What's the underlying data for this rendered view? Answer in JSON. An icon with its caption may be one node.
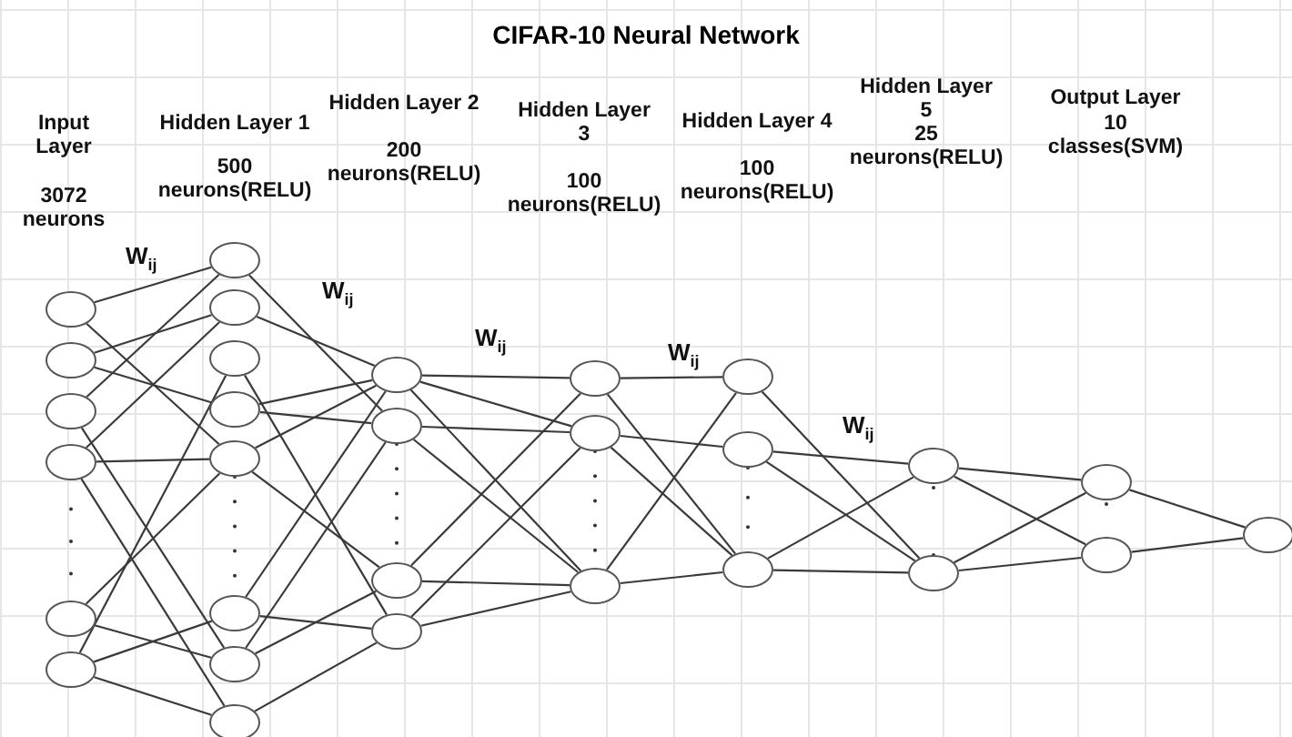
{
  "diagram": {
    "title": "CIFAR-10 Neural Network",
    "nodes": [
      {
        "text": [],
        "shape": "circle"
      },
      {
        "text": [],
        "shape": "circle"
      },
      {
        "text": [],
        "shape": "circle"
      },
      {
        "text": [],
        "shape": "circle"
      },
      {
        "text": [],
        "shape": "circle"
      },
      {
        "text": [],
        "shape": "circle"
      },
      {
        "text": [],
        "shape": "circle"
      },
      {
        "text": [],
        "shape": "circle"
      },
      {
        "text": [],
        "shape": "circle"
      },
      {
        "text": [],
        "shape": "circle"
      },
      {
        "text": [],
        "shape": "circle"
      },
      {
        "text": [],
        "shape": "circle"
      },
      {
        "text": [],
        "shape": "circle"
      },
      {
        "text": [],
        "shape": "circle"
      },
      {
        "text": [],
        "shape": "circle"
      },
      {
        "text": [],
        "shape": "circle"
      },
      {
        "text": [],
        "shape": "circle"
      },
      {
        "text": [],
        "shape": "circle"
      },
      {
        "text": [],
        "shape": "circle"
      },
      {
        "text": [],
        "shape": "circle"
      },
      {
        "text": [],
        "shape": "circle"
      },
      {
        "text": [],
        "shape": "circle"
      },
      {
        "text": [],
        "shape": "circle"
      },
      {
        "text": [],
        "shape": "circle"
      },
      {
        "text": [],
        "shape": "circle"
      },
      {
        "text": [],
        "shape": "circle"
      },
      {
        "text": [],
        "shape": "circle"
      },
      {
        "text": [],
        "shape": "circle"
      },
      {
        "text": [],
        "shape": "circle"
      }
    ],
    "edges": [
      {
        "from": 0,
        "to": 6,
        "arrow": "none"
      },
      {
        "from": 0,
        "to": 10,
        "arrow": "none"
      },
      {
        "from": 1,
        "to": 7,
        "arrow": "none"
      },
      {
        "from": 1,
        "to": 9,
        "arrow": "none"
      },
      {
        "from": 2,
        "to": 6,
        "arrow": "none"
      },
      {
        "from": 2,
        "to": 12,
        "arrow": "none"
      },
      {
        "from": 3,
        "to": 7,
        "arrow": "none"
      },
      {
        "from": 3,
        "to": 10,
        "arrow": "none"
      },
      {
        "from": 3,
        "to": 13,
        "arrow": "none"
      },
      {
        "from": 4,
        "to": 10,
        "arrow": "none"
      },
      {
        "from": 4,
        "to": 12,
        "arrow": "none"
      },
      {
        "from": 5,
        "to": 11,
        "arrow": "none"
      },
      {
        "from": 5,
        "to": 8,
        "arrow": "none"
      },
      {
        "from": 5,
        "to": 13,
        "arrow": "none"
      },
      {
        "from": 6,
        "to": 15,
        "arrow": "none"
      },
      {
        "from": 7,
        "to": 14,
        "arrow": "none"
      },
      {
        "from": 8,
        "to": 17,
        "arrow": "none"
      },
      {
        "from": 9,
        "to": 14,
        "arrow": "none"
      },
      {
        "from": 9,
        "to": 15,
        "arrow": "none"
      },
      {
        "from": 10,
        "to": 14,
        "arrow": "none"
      },
      {
        "from": 10,
        "to": 16,
        "arrow": "none"
      },
      {
        "from": 11,
        "to": 17,
        "arrow": "none"
      },
      {
        "from": 11,
        "to": 14,
        "arrow": "none"
      },
      {
        "from": 12,
        "to": 15,
        "arrow": "none"
      },
      {
        "from": 12,
        "to": 16,
        "arrow": "none"
      },
      {
        "from": 13,
        "to": 17,
        "arrow": "none"
      },
      {
        "from": 14,
        "to": 18,
        "arrow": "none"
      },
      {
        "from": 14,
        "to": 19,
        "arrow": "none"
      },
      {
        "from": 14,
        "to": 20,
        "arrow": "none"
      },
      {
        "from": 15,
        "to": 19,
        "arrow": "none"
      },
      {
        "from": 15,
        "to": 20,
        "arrow": "none"
      },
      {
        "from": 16,
        "to": 18,
        "arrow": "none"
      },
      {
        "from": 16,
        "to": 20,
        "arrow": "none"
      },
      {
        "from": 17,
        "to": 19,
        "arrow": "none"
      },
      {
        "from": 17,
        "to": 20,
        "arrow": "none"
      },
      {
        "from": 18,
        "to": 21,
        "arrow": "none"
      },
      {
        "from": 18,
        "to": 23,
        "arrow": "none"
      },
      {
        "from": 19,
        "to": 22,
        "arrow": "none"
      },
      {
        "from": 19,
        "to": 23,
        "arrow": "none"
      },
      {
        "from": 20,
        "to": 23,
        "arrow": "none"
      },
      {
        "from": 20,
        "to": 21,
        "arrow": "none"
      },
      {
        "from": 21,
        "to": 25,
        "arrow": "none"
      },
      {
        "from": 22,
        "to": 24,
        "arrow": "none"
      },
      {
        "from": 22,
        "to": 25,
        "arrow": "none"
      },
      {
        "from": 23,
        "to": 24,
        "arrow": "none"
      },
      {
        "from": 23,
        "to": 25,
        "arrow": "none"
      },
      {
        "from": 24,
        "to": 26,
        "arrow": "none"
      },
      {
        "from": 24,
        "to": 27,
        "arrow": "none"
      },
      {
        "from": 25,
        "to": 26,
        "arrow": "none"
      },
      {
        "from": 25,
        "to": 27,
        "arrow": "none"
      },
      {
        "from": 26,
        "to": 28,
        "arrow": "none"
      },
      {
        "from": 27,
        "to": 28,
        "arrow": "none"
      }
    ],
    "labels": [
      "Input Layer",
      "3072 neurons",
      "Hidden Layer 1",
      "500 neurons(RELU)",
      "Hidden Layer 2",
      "200 neurons(RELU)",
      "Hidden Layer 3",
      "100 neurons(RELU)",
      "Hidden Layer 4",
      "100 neurons(RELU)",
      "Hidden Layer 5",
      "25 neurons(RELU)",
      "Output Layer",
      "10 classes(SVM)",
      "W$_{ij}$",
      "W$_{ij}$",
      "W$_{ij}$",
      "W$_{ij}$",
      "W$_{ij}$"
    ]
  }
}
